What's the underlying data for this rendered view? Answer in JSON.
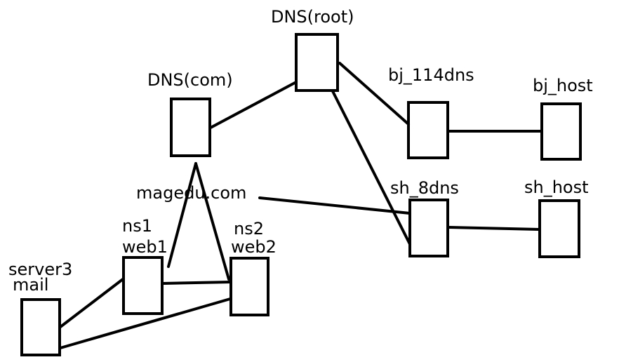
{
  "nodes": {
    "dns_root": {
      "label": "DNS(root)"
    },
    "dns_com": {
      "label": "DNS(com)"
    },
    "bj_114dns": {
      "label": "bj_114dns"
    },
    "bj_host": {
      "label": "bj_host"
    },
    "sh_8dns": {
      "label": "sh_8dns"
    },
    "sh_host": {
      "label": "sh_host"
    },
    "ns1": {
      "label_line1": "ns1",
      "label_line2": "web1"
    },
    "ns2": {
      "label_line1": "ns2",
      "label_line2": "web2"
    },
    "server3": {
      "label_line1": "server3",
      "label_line2": "mail"
    }
  },
  "zone_label": "magedu.com",
  "colors": {
    "stroke": "#000000",
    "background": "#ffffff"
  }
}
